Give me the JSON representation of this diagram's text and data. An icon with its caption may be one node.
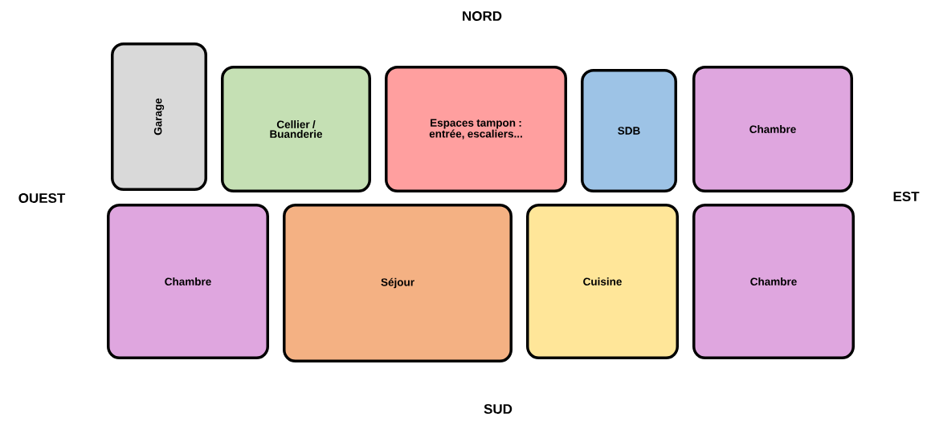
{
  "diagram": {
    "nodes": [
      {
        "text": [
          "Garage"
        ]
      },
      {
        "text": [
          "Cellier / Buanderie"
        ]
      },
      {
        "text": [
          "Espaces tampon : entrée, escaliers..."
        ]
      },
      {
        "text": [
          "SDB"
        ]
      },
      {
        "text": [
          "Chambre"
        ]
      },
      {
        "text": [
          "Chambre"
        ]
      },
      {
        "text": [
          "Séjour"
        ]
      },
      {
        "text": [
          "Cuisine"
        ]
      },
      {
        "text": [
          "Chambre"
        ]
      }
    ],
    "labels": [
      "NORD",
      "OUEST",
      "EST",
      "SUD"
    ]
  }
}
